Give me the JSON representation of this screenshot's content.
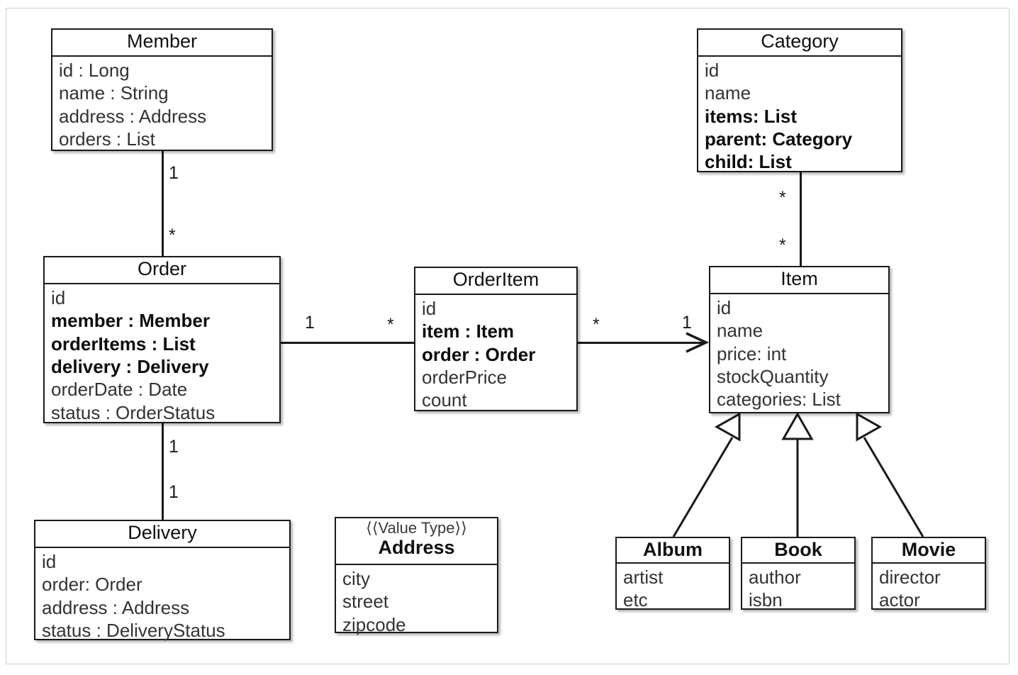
{
  "diagram": {
    "type": "uml-class-diagram",
    "title": "Domain model class diagram",
    "classes": [
      {
        "id": "member",
        "name": "Member",
        "stereotype": "",
        "name_bold": false,
        "attributes": [
          {
            "text": "id : Long",
            "bold": false
          },
          {
            "text": "name : String",
            "bold": false
          },
          {
            "text": "address : Address",
            "bold": false
          },
          {
            "text": "orders : List",
            "bold": false
          }
        ]
      },
      {
        "id": "order",
        "name": "Order",
        "stereotype": "",
        "name_bold": false,
        "attributes": [
          {
            "text": "id",
            "bold": false
          },
          {
            "text": "member : Member",
            "bold": true
          },
          {
            "text": "orderItems : List",
            "bold": true
          },
          {
            "text": "delivery : Delivery",
            "bold": true
          },
          {
            "text": "orderDate : Date",
            "bold": false
          },
          {
            "text": "status : OrderStatus",
            "bold": false
          }
        ]
      },
      {
        "id": "orderitem",
        "name": "OrderItem",
        "stereotype": "",
        "name_bold": false,
        "attributes": [
          {
            "text": "id",
            "bold": false
          },
          {
            "text": "item : Item",
            "bold": true
          },
          {
            "text": "order : Order",
            "bold": true
          },
          {
            "text": "orderPrice",
            "bold": false
          },
          {
            "text": "count",
            "bold": false
          }
        ]
      },
      {
        "id": "category",
        "name": "Category",
        "stereotype": "",
        "name_bold": false,
        "attributes": [
          {
            "text": "id",
            "bold": false
          },
          {
            "text": "name",
            "bold": false
          },
          {
            "text": "items: List",
            "bold": true
          },
          {
            "text": "parent: Category",
            "bold": true
          },
          {
            "text": "child: List",
            "bold": true
          }
        ]
      },
      {
        "id": "item",
        "name": "Item",
        "stereotype": "",
        "name_bold": false,
        "attributes": [
          {
            "text": "id",
            "bold": false
          },
          {
            "text": "name",
            "bold": false
          },
          {
            "text": "price: int",
            "bold": false
          },
          {
            "text": "stockQuantity",
            "bold": false
          },
          {
            "text": "categories: List",
            "bold": false
          }
        ]
      },
      {
        "id": "delivery",
        "name": "Delivery",
        "stereotype": "",
        "name_bold": false,
        "attributes": [
          {
            "text": "id",
            "bold": false
          },
          {
            "text": "order: Order",
            "bold": false
          },
          {
            "text": "address : Address",
            "bold": false
          },
          {
            "text": "status : DeliveryStatus",
            "bold": false
          }
        ]
      },
      {
        "id": "address",
        "name": "Address",
        "stereotype": "⟨⟨Value Type⟩⟩",
        "name_bold": true,
        "attributes": [
          {
            "text": "city",
            "bold": false
          },
          {
            "text": "street",
            "bold": false
          },
          {
            "text": "zipcode",
            "bold": false
          }
        ]
      },
      {
        "id": "album",
        "name": "Album",
        "stereotype": "",
        "name_bold": true,
        "attributes": [
          {
            "text": "artist",
            "bold": false
          },
          {
            "text": "etc",
            "bold": false
          }
        ]
      },
      {
        "id": "book",
        "name": "Book",
        "stereotype": "",
        "name_bold": true,
        "attributes": [
          {
            "text": "author",
            "bold": false
          },
          {
            "text": "isbn",
            "bold": false
          }
        ]
      },
      {
        "id": "movie",
        "name": "Movie",
        "stereotype": "",
        "name_bold": true,
        "attributes": [
          {
            "text": "director",
            "bold": false
          },
          {
            "text": "actor",
            "bold": false
          }
        ]
      }
    ],
    "associations": [
      {
        "id": "member-order",
        "from": "Member",
        "to": "Order",
        "from_multiplicity": "1",
        "to_multiplicity": "*",
        "arrow": "none"
      },
      {
        "id": "order-delivery",
        "from": "Order",
        "to": "Delivery",
        "from_multiplicity": "1",
        "to_multiplicity": "1",
        "arrow": "none"
      },
      {
        "id": "order-orderitem",
        "from": "Order",
        "to": "OrderItem",
        "from_multiplicity": "1",
        "to_multiplicity": "*",
        "arrow": "none"
      },
      {
        "id": "orderitem-item",
        "from": "OrderItem",
        "to": "Item",
        "from_multiplicity": "*",
        "to_multiplicity": "1",
        "arrow": "open"
      },
      {
        "id": "category-item",
        "from": "Category",
        "to": "Item",
        "from_multiplicity": "*",
        "to_multiplicity": "*",
        "arrow": "none"
      }
    ],
    "generalizations": [
      {
        "id": "album-item",
        "sub": "Album",
        "super": "Item"
      },
      {
        "id": "book-item",
        "sub": "Book",
        "super": "Item"
      },
      {
        "id": "movie-item",
        "sub": "Movie",
        "super": "Item"
      }
    ],
    "colors": {
      "stroke": "#1a1a1a",
      "fill": "#ffffff",
      "text": "#333333",
      "frame": "#d2d2d2"
    }
  }
}
